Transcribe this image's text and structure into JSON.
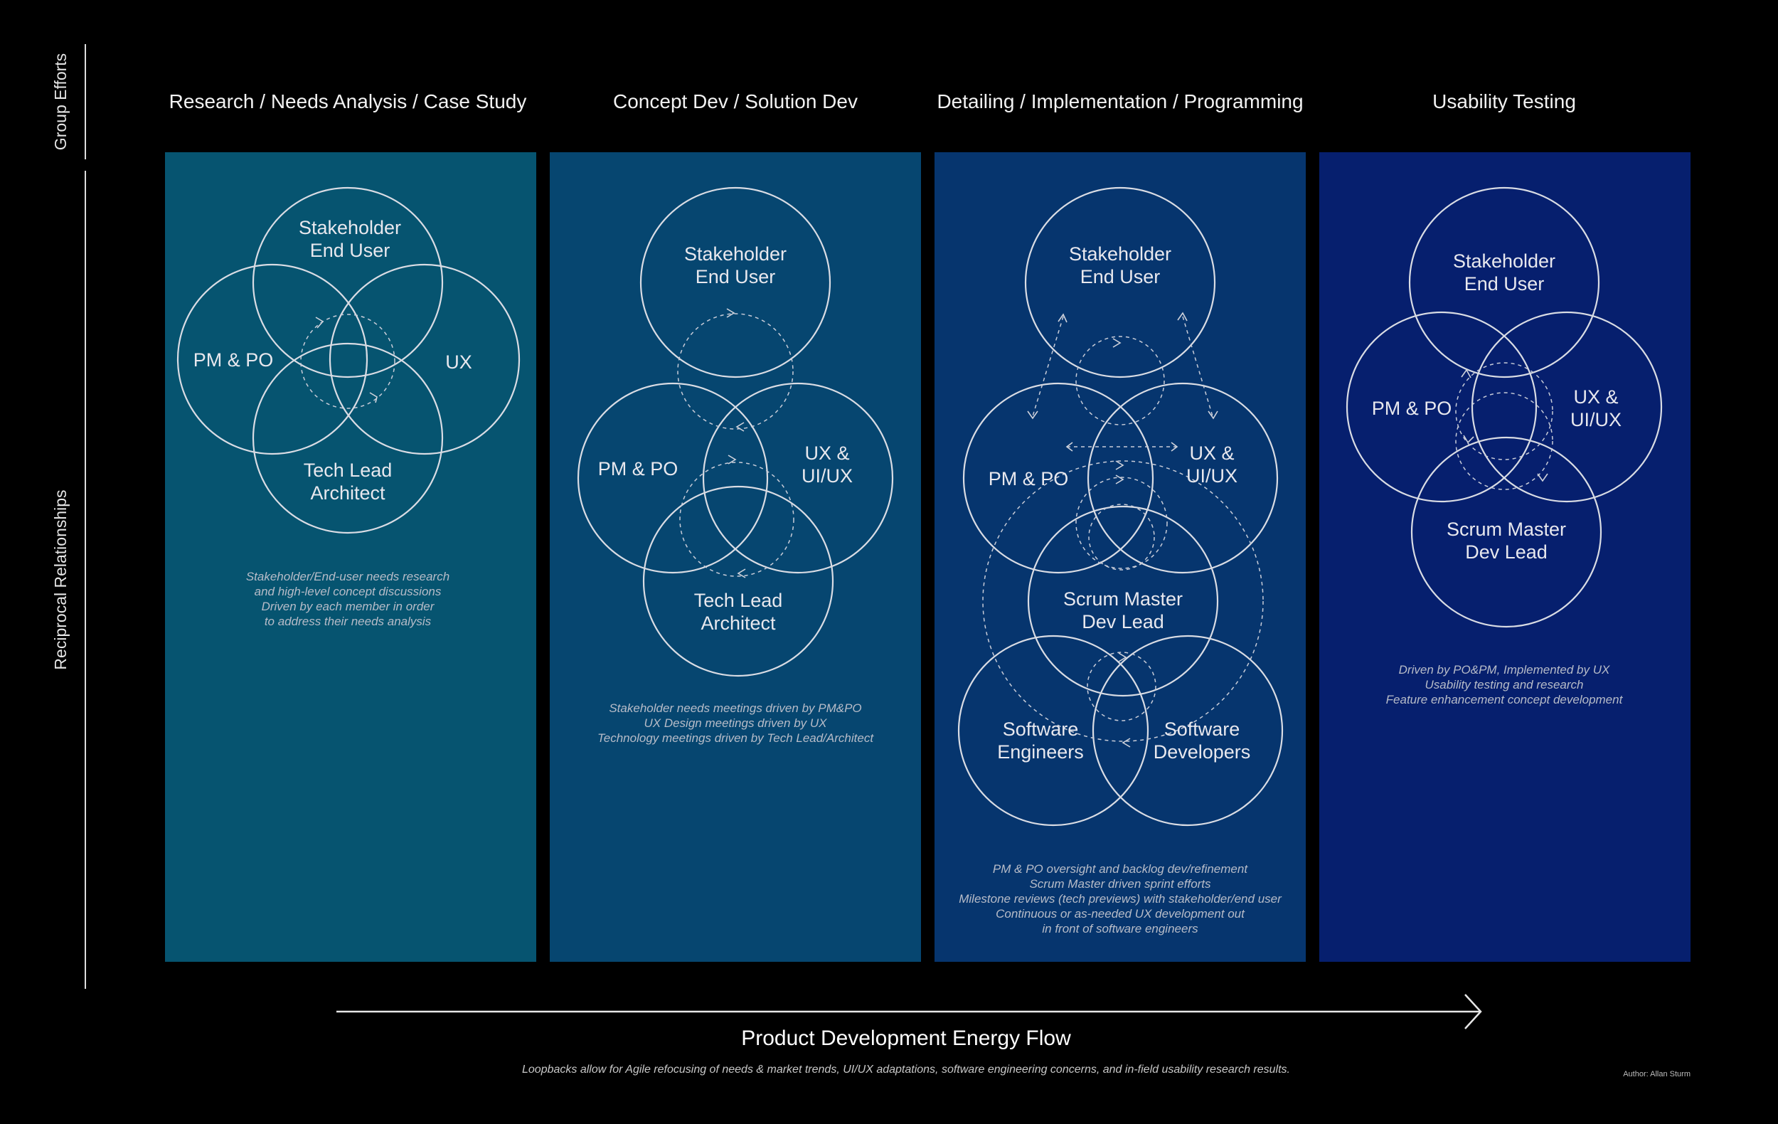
{
  "axis": {
    "group_efforts": "Group Efforts",
    "reciprocal_relationships": "Reciprocal Relationships"
  },
  "phases": [
    {
      "title": "Research / Needs Analysis / Case Study",
      "color": "#065470",
      "circles": [
        {
          "lines": [
            "Stakeholder",
            "End User"
          ]
        },
        {
          "lines": [
            "PM & PO"
          ]
        },
        {
          "lines": [
            "UX"
          ]
        },
        {
          "lines": [
            "Tech Lead",
            "Architect"
          ]
        }
      ],
      "notes": [
        "Stakeholder/End-user needs research",
        "and high-level concept discussions",
        "Driven by each member in order",
        "to address their needs analysis"
      ]
    },
    {
      "title": "Concept Dev / Solution Dev",
      "color": "#064670",
      "circles": [
        {
          "lines": [
            "Stakeholder",
            "End User"
          ]
        },
        {
          "lines": [
            "PM & PO"
          ]
        },
        {
          "lines": [
            "UX &",
            "UI/UX"
          ]
        },
        {
          "lines": [
            "Tech Lead",
            "Architect"
          ]
        }
      ],
      "notes": [
        "Stakeholder needs meetings driven by PM&PO",
        "UX Design meetings driven by UX",
        "Technology meetings driven by Tech Lead/Architect"
      ]
    },
    {
      "title": "Detailing / Implementation / Programming",
      "color": "#06356e",
      "circles": [
        {
          "lines": [
            "Stakeholder",
            "End User"
          ]
        },
        {
          "lines": [
            "PM & PO"
          ]
        },
        {
          "lines": [
            "UX &",
            "UI/UX"
          ]
        },
        {
          "lines": [
            "Scrum Master",
            "Dev Lead"
          ]
        },
        {
          "lines": [
            "Software",
            "Engineers"
          ]
        },
        {
          "lines": [
            "Software",
            "Developers"
          ]
        }
      ],
      "notes": [
        "PM & PO oversight and backlog dev/refinement",
        "Scrum Master driven sprint efforts",
        "Milestone reviews (tech previews) with stakeholder/end user",
        "Continuous or as-needed UX development out",
        "in front of software engineers"
      ]
    },
    {
      "title": "Usability Testing",
      "color": "#061f6e",
      "circles": [
        {
          "lines": [
            "Stakeholder",
            "End User"
          ]
        },
        {
          "lines": [
            "PM & PO"
          ]
        },
        {
          "lines": [
            "UX &",
            "UI/UX"
          ]
        },
        {
          "lines": [
            "Scrum Master",
            "Dev Lead"
          ]
        }
      ],
      "notes": [
        "Driven by PO&PM, Implemented by UX",
        "Usability testing and research",
        "Feature enhancement concept development"
      ]
    }
  ],
  "flow": {
    "title": "Product Development Energy Flow",
    "footnote": "Loopbacks allow for Agile refocusing of needs & market trends, UI/UX adaptations, software engineering concerns, and in-field usability research results.",
    "author": "Author: Allan Sturm"
  }
}
